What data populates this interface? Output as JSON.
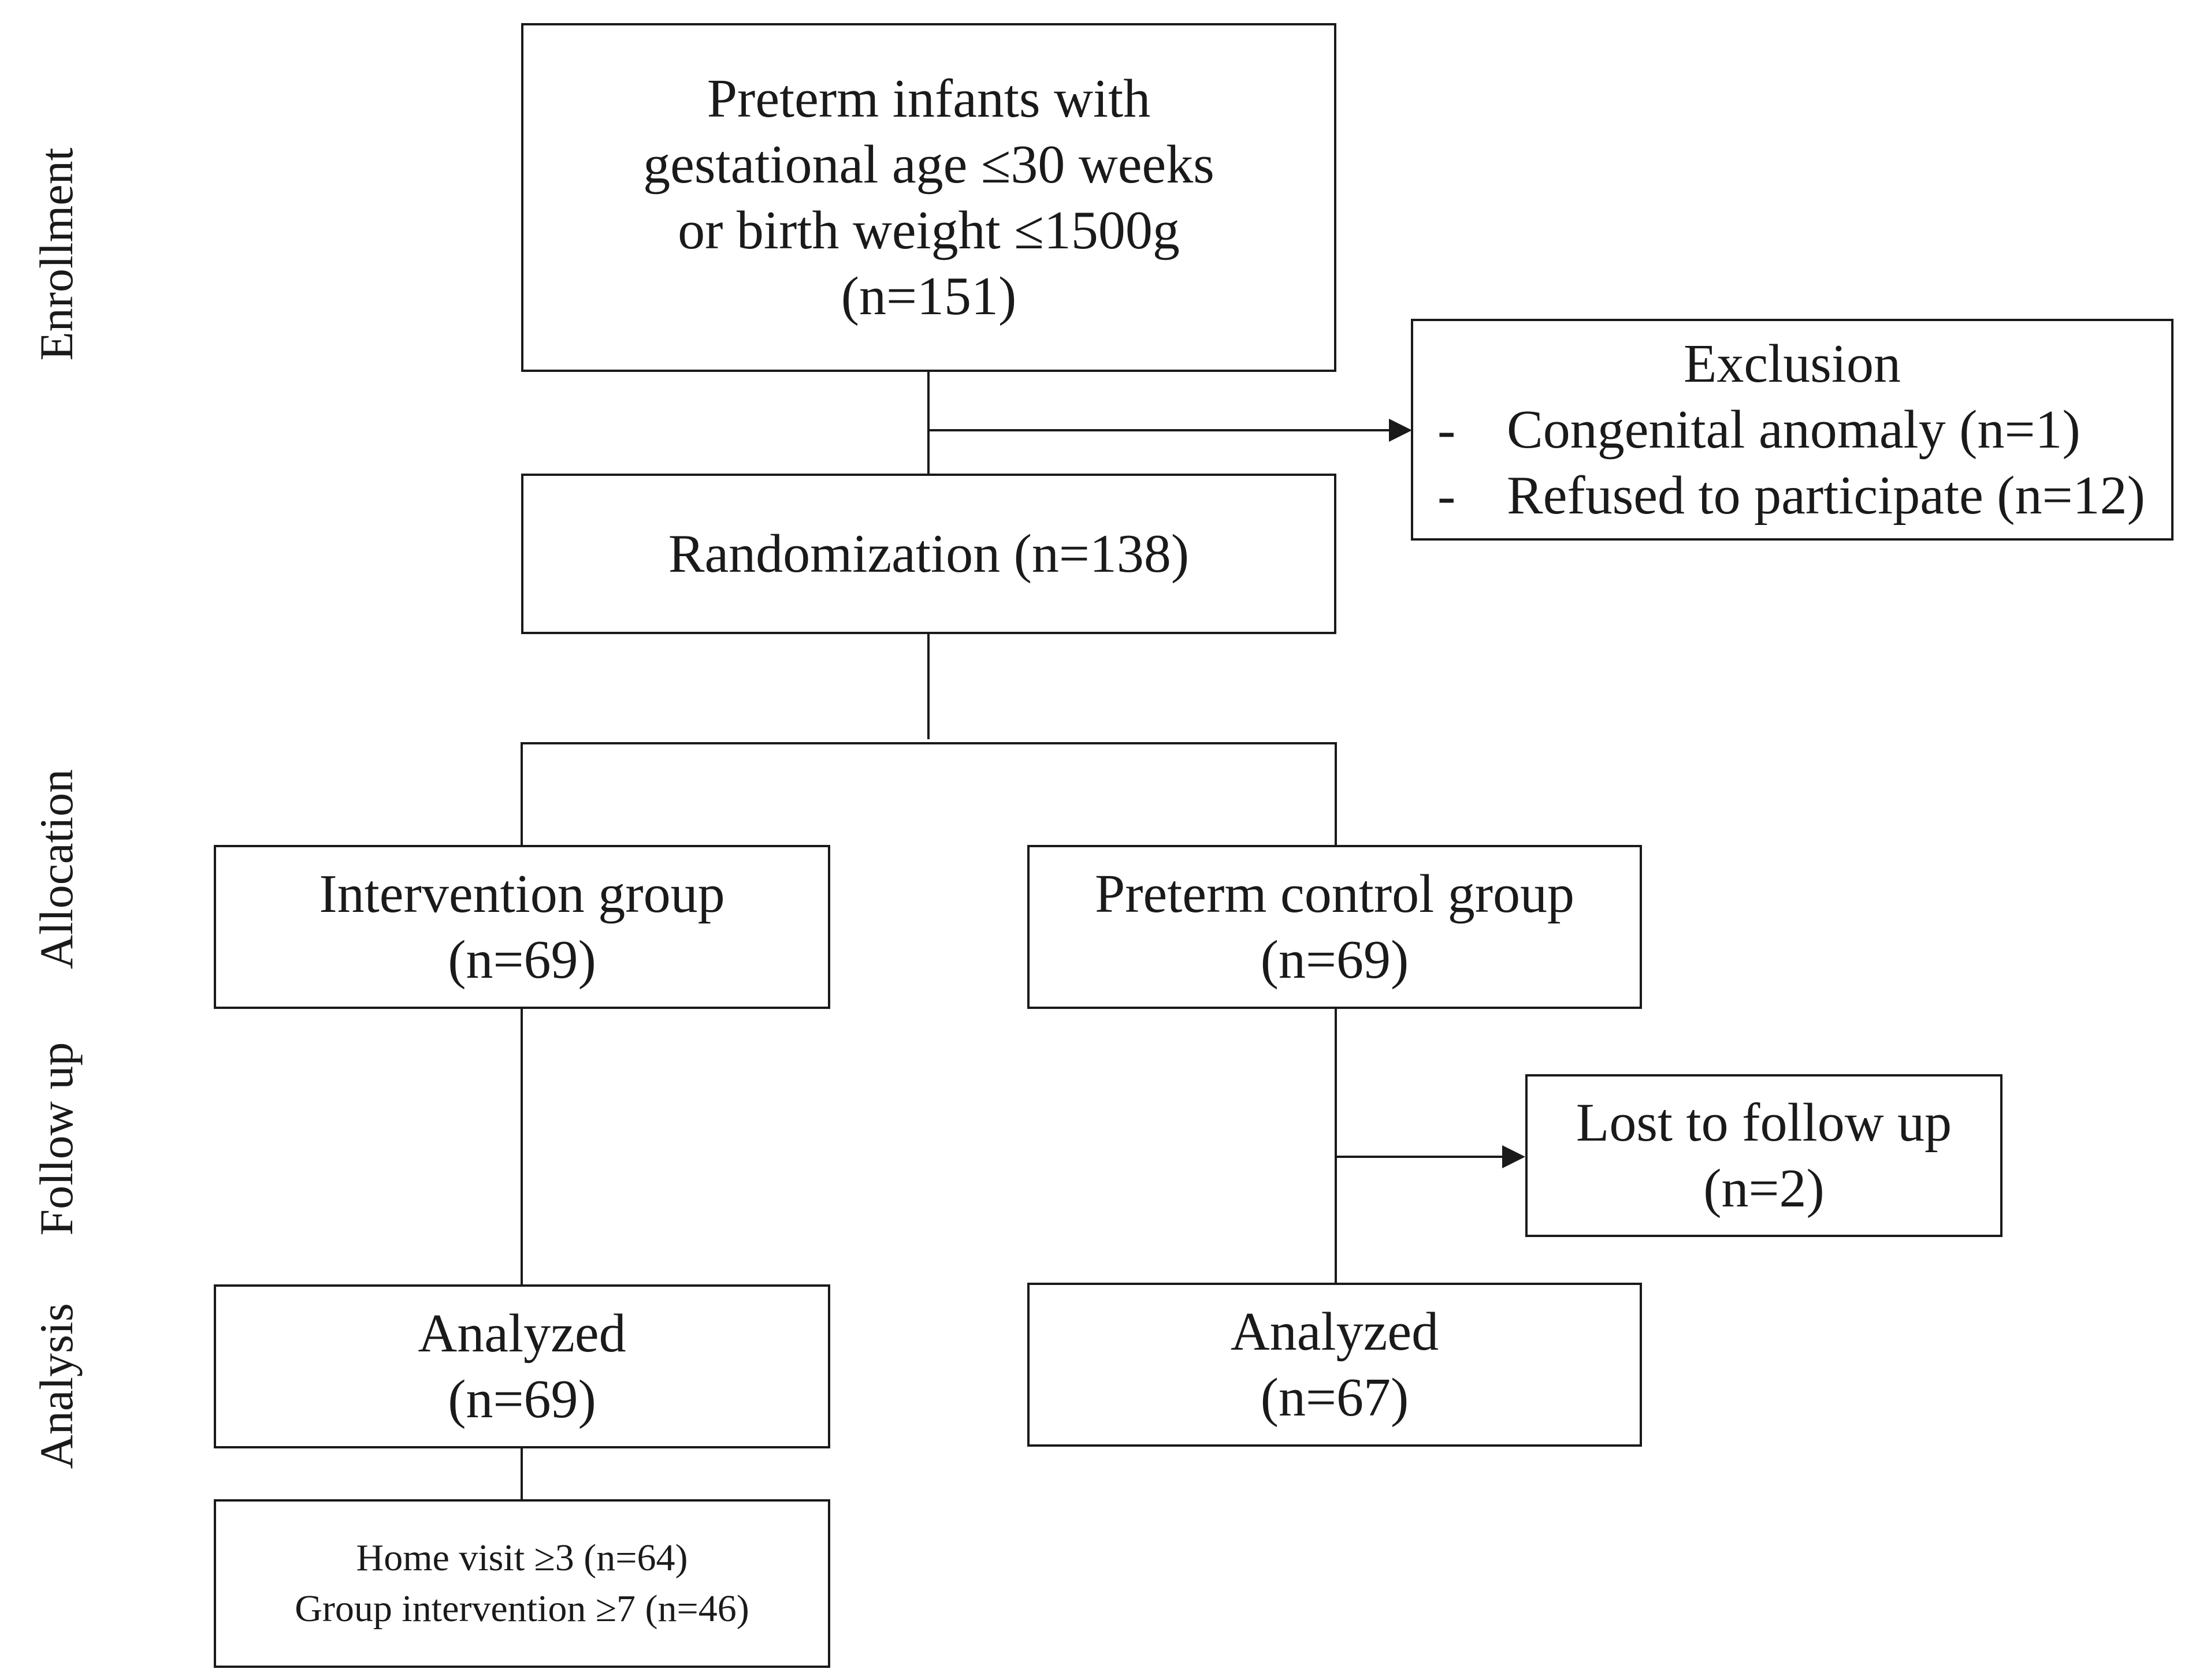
{
  "phases": {
    "enrollment": "Enrollment",
    "allocation": "Allocation",
    "follow_up": "Follow up",
    "analysis": "Analysis"
  },
  "enrollment_box": {
    "line1": "Preterm infants with",
    "line2": "gestational age ≤30 weeks",
    "line3": "or birth weight ≤1500g",
    "line4": "(n=151)"
  },
  "exclusion_box": {
    "title": "Exclusion",
    "items": [
      {
        "bullet": "-",
        "text": "Congenital anomaly (n=1)"
      },
      {
        "bullet": "-",
        "text": "Refused to participate (n=12)"
      }
    ]
  },
  "randomization_box": {
    "label": "Randomization (n=138)"
  },
  "intervention_box": {
    "line1": "Intervention group",
    "line2": "(n=69)"
  },
  "control_box": {
    "line1": "Preterm control group",
    "line2": "(n=69)"
  },
  "lost_box": {
    "line1": "Lost to follow up",
    "line2": "(n=2)"
  },
  "analyzed_intervention_box": {
    "line1": "Analyzed",
    "line2": "(n=69)"
  },
  "analyzed_control_box": {
    "line1": "Analyzed",
    "line2": "(n=67)"
  },
  "adherence_box": {
    "line1": "Home visit ≥3 (n=64)",
    "line2": "Group intervention ≥7 (n=46)"
  },
  "colors": {
    "stroke": "#1a1a1a",
    "background": "#ffffff"
  }
}
